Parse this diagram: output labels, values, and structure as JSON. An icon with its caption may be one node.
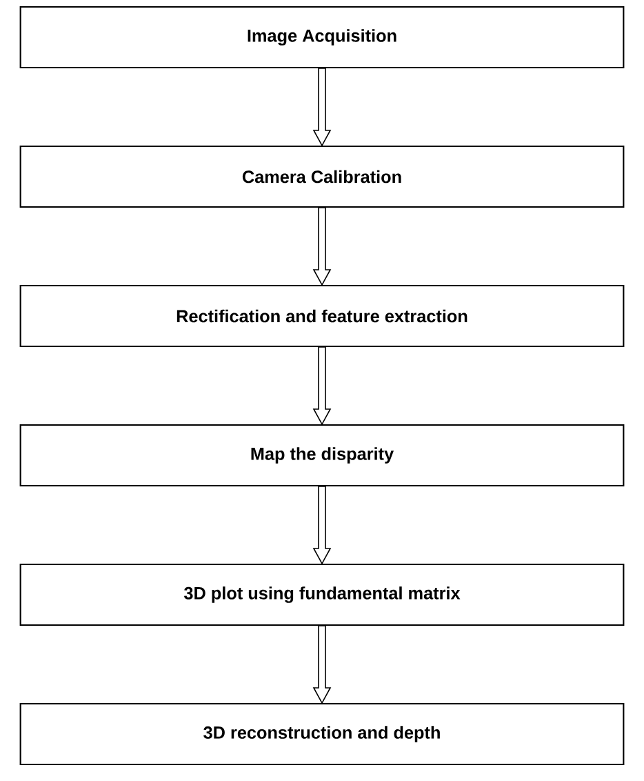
{
  "diagram": {
    "nodes": [
      {
        "text": [
          "Image Acquisition"
        ]
      },
      {
        "text": [
          "Camera Calibration"
        ]
      },
      {
        "text": [
          "Rectification and feature extraction"
        ]
      },
      {
        "text": [
          "Map the disparity"
        ]
      },
      {
        "text": [
          "3D plot using fundamental matrix"
        ]
      },
      {
        "text": [
          "3D reconstruction and depth"
        ]
      }
    ],
    "edges": [
      {
        "from": 0,
        "to": 1,
        "arrow": "to"
      },
      {
        "from": 1,
        "to": 2,
        "arrow": "to"
      },
      {
        "from": 2,
        "to": 3,
        "arrow": "to"
      },
      {
        "from": 3,
        "to": 4,
        "arrow": "to"
      },
      {
        "from": 4,
        "to": 5,
        "arrow": "to"
      }
    ]
  }
}
